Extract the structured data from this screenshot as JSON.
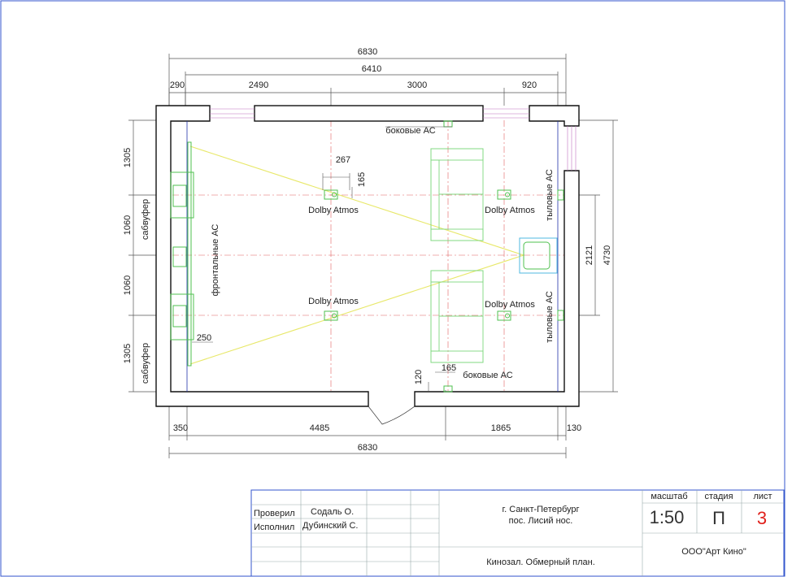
{
  "dimensions": {
    "top_overall": "6830",
    "top_inner": "6410",
    "top_segments": [
      "290",
      "2490",
      "3000",
      "920"
    ],
    "bottom_segments": [
      "350",
      "4485",
      "1865",
      "130"
    ],
    "bottom_overall": "6830",
    "left_segments": [
      "1305",
      "1060",
      "1060",
      "1305"
    ],
    "right_inner": "2121",
    "right_overall": "4730",
    "speaker_offset_x": "267",
    "speaker_offset_y": "165",
    "side_speaker_offset": "165",
    "side_speaker_depth": "120",
    "screen_gap": "250"
  },
  "labels": {
    "side_speakers": "боковые АС",
    "dolby_atmos": "Dolby Atmos",
    "rear_speakers": "тыловые АС",
    "front_speakers": "фронтальные АС",
    "subwoofer": "сабвуфер"
  },
  "title_block": {
    "checked_label": "Проверил",
    "checked_name": "Содаль О.",
    "made_label": "Исполнил",
    "made_name": "Дубинский С.",
    "address_line1": "г. Санкт-Петербург",
    "address_line2": "пос. Лисий нос.",
    "drawing_title": "Кинозал. Обмерный план.",
    "scale_header": "масштаб",
    "stage_header": "стадия",
    "sheet_header": "лист",
    "scale_value": "1:50",
    "stage_value": "П",
    "sheet_value": "3",
    "company": "ООО\"Арт Кино\""
  },
  "colors": {
    "frame": "#3355cc",
    "wall": "#111111",
    "sight_lines": "#e8e86a",
    "equipment": "#4fc04f",
    "axis": "#e06060",
    "sheet_number": "#e0201b"
  }
}
